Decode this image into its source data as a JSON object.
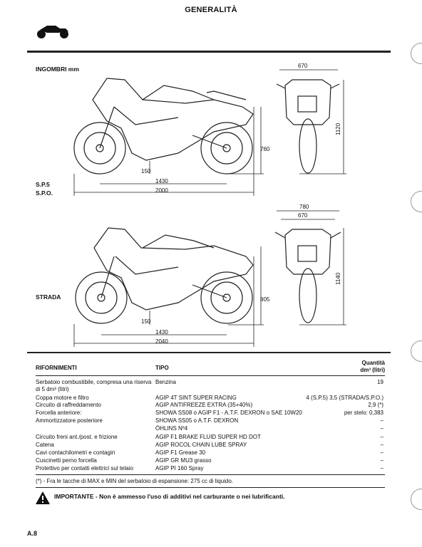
{
  "header": {
    "title": "GENERALITÀ",
    "icon": "motorcycle-icon"
  },
  "section1": {
    "heading": "INGOMBRI mm",
    "models": [
      "S.P.5",
      "S.P.O."
    ],
    "dims": {
      "length": "1430",
      "overall": "2000",
      "ground": "150",
      "seat_height": "760",
      "front_width": "670",
      "front_height": "1120"
    }
  },
  "section2": {
    "model": "STRADA",
    "dims": {
      "length": "1430",
      "overall": "2040",
      "ground": "150",
      "seat_height": "805",
      "front_width_top": "780",
      "front_width": "670",
      "front_height": "1140"
    }
  },
  "table": {
    "headers": {
      "c1": "RIFORNIMENTI",
      "c2": "TIPO",
      "c3_line1": "Quantità",
      "c3_line2": "dm³ (litri)"
    },
    "rows": [
      {
        "c1": "Serbatoio combustibile, compresa una riserva",
        "c2": "Benzina",
        "c3": "19"
      },
      {
        "c1": "di 5 dm³ (litri)",
        "c2": "",
        "c3": ""
      },
      {
        "c1": "Coppa motore e filtro",
        "c2": "AGIP 4T SINT SUPER RACING",
        "c3": "4 (S.P.5) 3,5 (STRADA/S.P.O.)"
      },
      {
        "c1": "Circuito di raffreddamento",
        "c2": "AGIP ANTIFREEZE EXTRA (35+40%)",
        "c3": "2,9 (*)"
      },
      {
        "c1": "Forcella anteriore:",
        "c2": "SHOWA SS08 o AGIP F1 - A.T.F. DEXRON o SAE 10W20",
        "c3": "per stelo: 0,383"
      },
      {
        "c1": "Ammortizzatore posteriore",
        "c2": "SHOWA SS05 o A.T.F. DEXRON",
        "c3": "–"
      },
      {
        "c1": "",
        "c2": "ÖHLINS Nº4",
        "c3": "–"
      },
      {
        "c1": "Circuito freni ant./post. e frizione",
        "c2": "AGIP F1 BRAKE FLUID SUPER HD DOT",
        "c3": "–"
      },
      {
        "c1": "Catena",
        "c2": "AGIP ROCOL CHAIN LUBE SPRAY",
        "c3": "–"
      },
      {
        "c1": "Cavi contachilometri e contagiri",
        "c2": "AGIP F1 Grease 30",
        "c3": "–"
      },
      {
        "c1": "Cuscinetti perno forcella",
        "c2": "AGIP GR MU3 grasso",
        "c3": "–"
      },
      {
        "c1": "Protettivo per contatti elettrici sul telaio",
        "c2": "AGIP PI 160 Spray",
        "c3": "–"
      }
    ],
    "footnote": "(*) - Fra le tacche di MAX e MIN del serbatoio di espansione: 275 cc di liquido.",
    "warning": "IMPORTANTE - Non è ammesso l'uso di additivi nel carburante o nei lubrificanti."
  },
  "footer": {
    "page": "A.8"
  }
}
